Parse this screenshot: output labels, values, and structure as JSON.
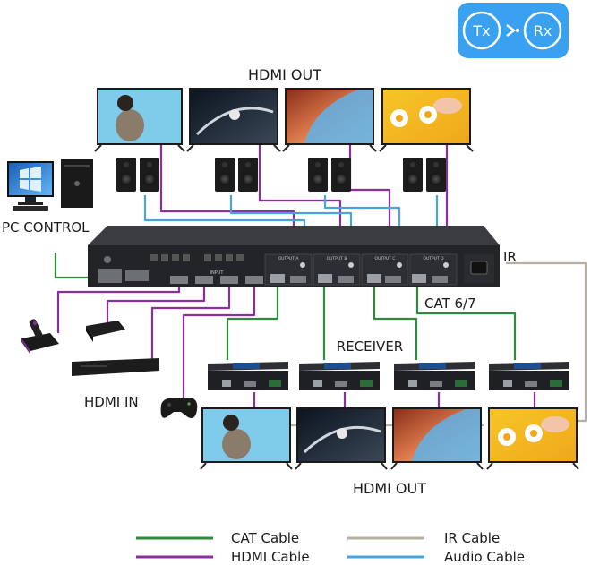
{
  "badge": {
    "tx": "Tx",
    "rx": "Rx",
    "color": "#3aa1f0"
  },
  "labels": {
    "hdmi_out_top": "HDMI OUT",
    "pc_control": "PC CONTROL",
    "ir": "IR",
    "cat": "CAT 6/7",
    "receiver": "RECEIVER",
    "hdmi_in": "HDMI IN",
    "hdmi_out_bottom": "HDMI OUT"
  },
  "matrix": {
    "input_label": "INPUT",
    "output_groups": [
      "OUTPUT A",
      "OUTPUT B",
      "OUTPUT C",
      "OUTPUT D"
    ]
  },
  "legend": [
    {
      "label": "CAT Cable",
      "color": "#2e8b3d"
    },
    {
      "label": "HDMI Cable",
      "color": "#8a2f9e"
    },
    {
      "label": "IR Cable",
      "color": "#b5b0a3"
    },
    {
      "label": "Audio Cable",
      "color": "#4aa3df"
    }
  ],
  "colors": {
    "cat": "#2e8b3d",
    "hdmi": "#8a2f9e",
    "ir": "#b5b0a3",
    "audio": "#4aa3df",
    "device": "#222428"
  }
}
